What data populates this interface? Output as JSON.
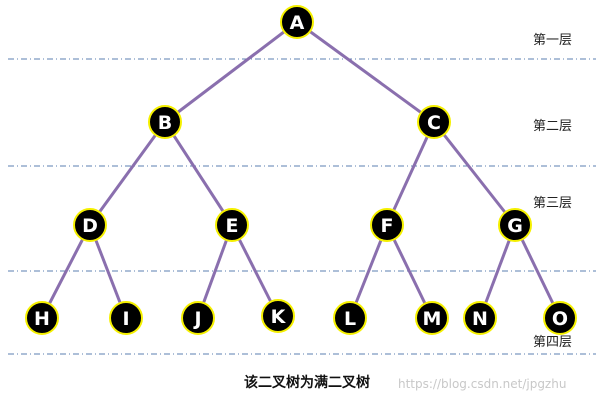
{
  "colors": {
    "edge": "#8a6fae",
    "node_fill": "#000000",
    "node_ring": "#f5f000",
    "node_text": "#ffffff",
    "divider": "#5b7fb0"
  },
  "nodes": [
    "A",
    "B",
    "C",
    "D",
    "E",
    "F",
    "G",
    "H",
    "I",
    "J",
    "K",
    "L",
    "M",
    "N",
    "O"
  ],
  "edges": [
    [
      "A",
      "B"
    ],
    [
      "A",
      "C"
    ],
    [
      "B",
      "D"
    ],
    [
      "B",
      "E"
    ],
    [
      "C",
      "F"
    ],
    [
      "C",
      "G"
    ],
    [
      "D",
      "H"
    ],
    [
      "D",
      "I"
    ],
    [
      "E",
      "J"
    ],
    [
      "E",
      "K"
    ],
    [
      "F",
      "L"
    ],
    [
      "F",
      "M"
    ],
    [
      "G",
      "N"
    ],
    [
      "G",
      "O"
    ]
  ],
  "levels": [
    "第一层",
    "第二层",
    "第三层",
    "第四层"
  ],
  "caption": "该二叉树为满二叉树",
  "watermark": "https://blog.csdn.net/jpgzhu"
}
